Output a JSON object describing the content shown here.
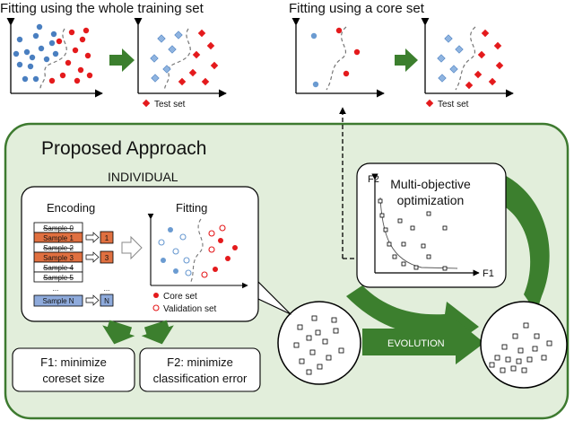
{
  "top": {
    "title_left": "Fitting using the whole training set",
    "title_right": "Fitting using a core set",
    "legend_label": "Test set"
  },
  "approach": {
    "title": "Proposed Approach",
    "individual_label": "INDIVIDUAL",
    "encoding_title": "Encoding",
    "fitting_title": "Fitting",
    "samples": [
      {
        "label": "Sample 0",
        "state": "struck"
      },
      {
        "label": "Sample 1",
        "state": "selected",
        "index": "1"
      },
      {
        "label": "Sample 2",
        "state": "struck"
      },
      {
        "label": "Sample 3",
        "state": "selected",
        "index": "3"
      },
      {
        "label": "Sample 4",
        "state": "struck"
      },
      {
        "label": "Sample 5",
        "state": "struck"
      },
      {
        "label": "...",
        "state": "ellipsis",
        "index": "..."
      },
      {
        "label": "Sample N",
        "state": "blue",
        "index": "N"
      }
    ],
    "legend_core": "Core set",
    "legend_validation": "Validation set",
    "objective_f1": [
      "F1: minimize",
      "coreset size"
    ],
    "objective_f2": [
      "F2: minimize",
      "classification error"
    ],
    "moo_title": [
      "Multi-objective",
      "optimization"
    ],
    "axis_f1": "F1",
    "axis_f2": "F2",
    "evolution_label": "EVOLUTION"
  },
  "colors": {
    "green_bg": "#e2eedb",
    "green_border": "#3d7a2f",
    "arrow_green": "#3c7f2e",
    "red": "#e41a1c",
    "orange": "#e07040",
    "blue_point": "#6b9bd1",
    "sample_blue": "#8eaadb"
  }
}
